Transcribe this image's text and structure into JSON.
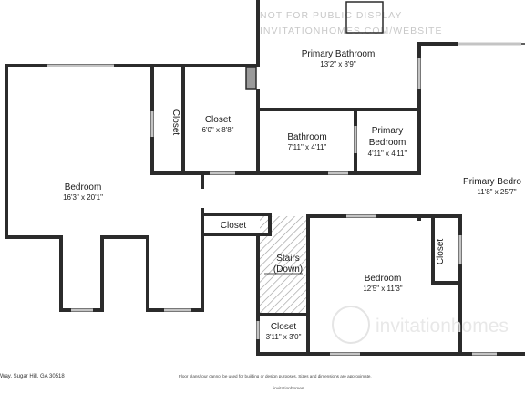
{
  "watermark": {
    "line1": "NOT FOR PUBLIC DISPLAY",
    "line2": "INVITATIONHOMES.COM/WEBSITE",
    "brand": "invitationhomes"
  },
  "rooms": {
    "primary_bathroom": {
      "name": "Primary Bathroom",
      "dims": "13'2\" x 8'9\""
    },
    "closet_a": {
      "name": "Closet",
      "dims": "6'0\" x 8'8\""
    },
    "closet_vertical": {
      "name": "Closet"
    },
    "bathroom": {
      "name": "Bathroom",
      "dims": "7'11\" x 4'11\""
    },
    "primary_bedroom_small": {
      "name_line1": "Primary",
      "name_line2": "Bedroom",
      "dims": "4'11\" x 4'11\""
    },
    "primary_bedroom": {
      "name": "Primary Bedro",
      "dims": "11'8\" x 25'7\""
    },
    "bedroom_large": {
      "name": "Bedroom",
      "dims": "16'3\" x 20'1\""
    },
    "closet_hall": {
      "name": "Closet"
    },
    "stairs": {
      "name_line1": "Stairs",
      "name_line2": "(Down)"
    },
    "bedroom_small": {
      "name": "Bedroom",
      "dims": "12'5\" x 11'3\""
    },
    "closet_right": {
      "name": "Closet"
    },
    "closet_bottom": {
      "name": "Closet",
      "dims": "3'11\" x 3'0\""
    }
  },
  "footer": {
    "address": "Way, Sugar Hill, GA 30518",
    "disclaimer": "Floor plans/tour cannot be used for building or design purposes. Sizes and dimensions are approximate.",
    "logo": "invitationhomes"
  },
  "colors": {
    "wall": "#2b2b2b",
    "window": "#bdbdbd",
    "hatch": "#888888",
    "watermark": "#c8c8c8"
  }
}
